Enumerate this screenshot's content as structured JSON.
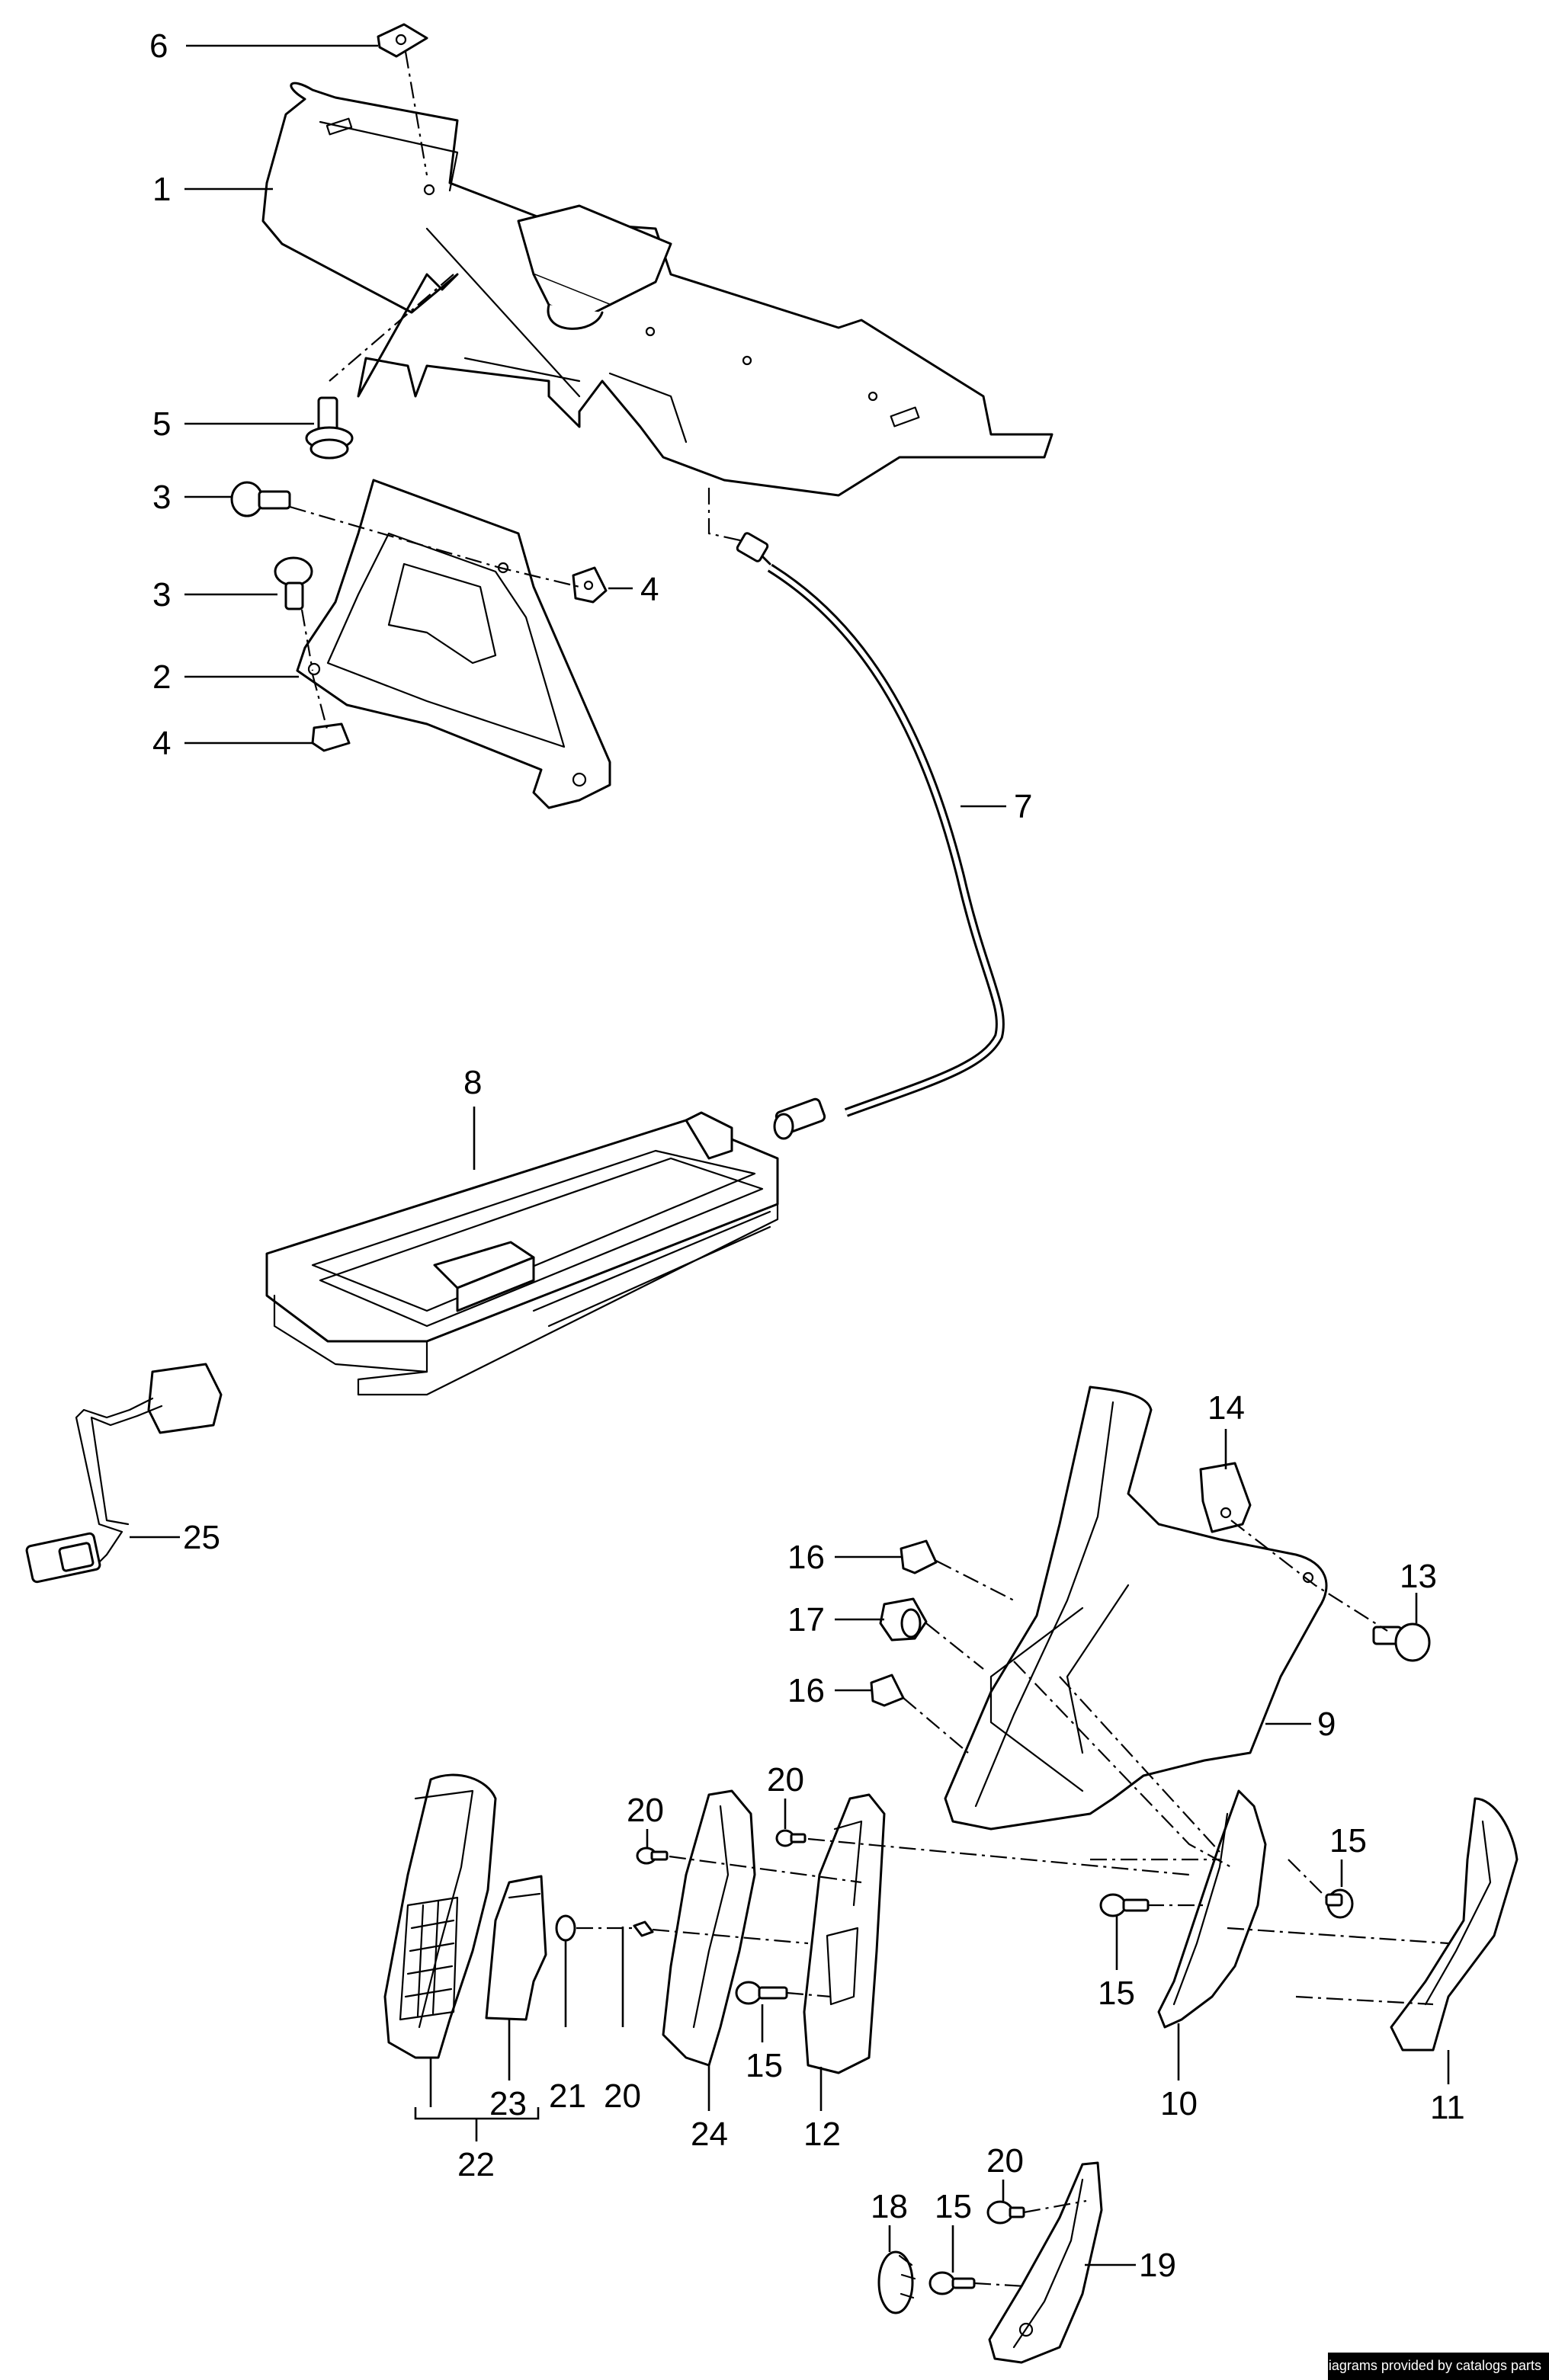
{
  "callouts": {
    "c1": "1",
    "c2": "2",
    "c3a": "3",
    "c3b": "3",
    "c4a": "4",
    "c4b": "4",
    "c5": "5",
    "c6": "6",
    "c7": "7",
    "c8": "8",
    "c9": "9",
    "c10": "10",
    "c11": "11",
    "c12": "12",
    "c13": "13",
    "c14": "14",
    "c15a": "15",
    "c15b": "15",
    "c15c": "15",
    "c15d": "15",
    "c16a": "16",
    "c16b": "16",
    "c17": "17",
    "c18": "18",
    "c19": "19",
    "c20a": "20",
    "c20b": "20",
    "c20c": "20",
    "c20d": "20",
    "c21": "21",
    "c22": "22",
    "c23": "23",
    "c24": "24",
    "c25": "25"
  },
  "credit": "Diagrams provided by catalogs parts",
  "colors": {
    "line": "#000000",
    "background": "#ffffff",
    "shade": "#e6e6e6"
  }
}
